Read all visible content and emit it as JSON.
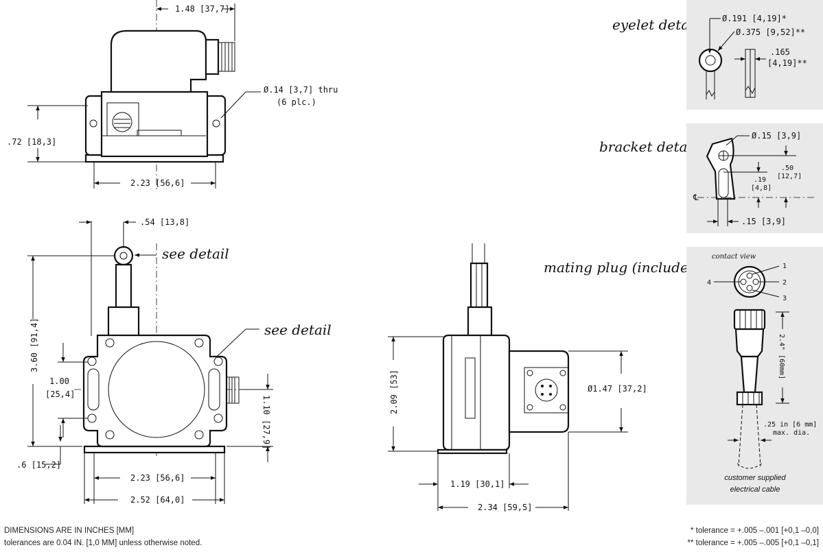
{
  "labels": {
    "eyelet_detail": "eyelet detail",
    "bracket_detail": "bracket detail",
    "mating_plug": "mating plug (included)",
    "see_detail_1": "see detail",
    "see_detail_2": "see detail",
    "contact_view": "contact view",
    "customer_cable_1": "customer supplied",
    "customer_cable_2": "electrical cable"
  },
  "top_view": {
    "dim_width_top": "1.48 [37,7]",
    "dim_hole": "Ø.14 [3,7] thru",
    "dim_hole_count": "(6 plc.)",
    "dim_height": ".72 [18,3]",
    "dim_width_bottom": "2.23 [56,6]"
  },
  "front_view": {
    "dim_eyelet_offset": ".54 [13,8]",
    "dim_total_height": "3.60 [91,4]",
    "dim_slot_height_1": "1.00",
    "dim_slot_height_2": "[25,4]",
    "dim_connector_height": "1.10 [27,9]",
    "dim_base": ".6 [15,2]",
    "dim_width_inner": "2.23 [56,6]",
    "dim_width_outer": "2.52 [64,0]"
  },
  "side_view": {
    "dim_height": "2.09 [53]",
    "dim_diameter": "Ø1.47 [37,2]",
    "dim_depth_1": "1.19 [30,1]",
    "dim_depth_2": "2.34 [59,5]"
  },
  "eyelet": {
    "dim_inner": "Ø.191 [4,19]*",
    "dim_outer": "Ø.375 [9,52]**",
    "dim_thick_1": ".165",
    "dim_thick_2": "[4,19]**"
  },
  "bracket": {
    "dim_hole": "Ø.15 [3,9]",
    "dim_50_1": ".50",
    "dim_50_2": "[12,7]",
    "dim_19_1": ".19",
    "dim_19_2": "[4,8]",
    "centerline": "℄",
    "dim_15": ".15 [3,9]"
  },
  "plug": {
    "pin_1": "1",
    "pin_2": "2",
    "pin_3": "3",
    "pin_4": "4",
    "dim_length": "2.4\" [60mm]",
    "dim_dia_1": ".25 in [6 mm]",
    "dim_dia_2": "max. dia."
  },
  "notes": {
    "units": "DIMENSIONS ARE IN INCHES [MM]",
    "tolerance_default": "tolerances are 0.04 IN. [1,0 MM] unless otherwise noted.",
    "tolerance_1": "* tolerance = +.005 –.001 [+0,1 –0,0]",
    "tolerance_2": "** tolerance = +.005 –.005 [+0,1 –0,1]"
  }
}
